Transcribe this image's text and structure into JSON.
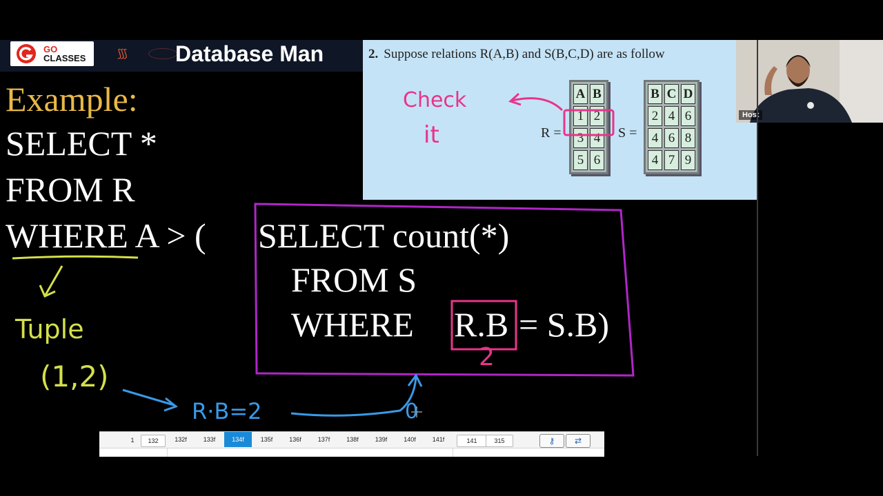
{
  "header": {
    "logo_go": "GO",
    "logo_classes": "CLASSES",
    "title": "Database Man"
  },
  "question": {
    "number": "2.",
    "text": "Suppose relations R(A,B) and S(B,C,D) are as follow",
    "r_label": "R =",
    "s_label": "S =",
    "relation_r": {
      "headers": [
        "A",
        "B"
      ],
      "rows": [
        [
          "1",
          "2"
        ],
        [
          "3",
          "4"
        ],
        [
          "5",
          "6"
        ]
      ]
    },
    "relation_s": {
      "headers": [
        "B",
        "C",
        "D"
      ],
      "rows": [
        [
          "2",
          "4",
          "6"
        ],
        [
          "4",
          "6",
          "8"
        ],
        [
          "4",
          "7",
          "9"
        ]
      ]
    },
    "annotation_line1": "Check",
    "annotation_line2": "it"
  },
  "webcam": {
    "host_label": "Host"
  },
  "sql": {
    "heading": "Example:",
    "line1": "SELECT *",
    "line2": "FROM  R",
    "line3_prefix": "WHERE  A > (",
    "sub1": "SELECT count(*)",
    "sub2": "FROM S",
    "sub3_prefix": "WHERE",
    "sub3_highlight": "R.B",
    "sub3_suffix": "= S.B)"
  },
  "annotations": {
    "tuple_word": "Tuple",
    "tuple_value": "(1,2)",
    "rb_eq": "R·B=2",
    "rb_value": "2",
    "count_result": "0"
  },
  "frame_strip": {
    "page_index": "1",
    "page_start": "132",
    "frames": [
      "132f",
      "133f",
      "134f",
      "135f",
      "136f",
      "137f",
      "138f",
      "139f",
      "140f",
      "141f"
    ],
    "active_frame": "134f",
    "range_start": "141",
    "range_end": "315",
    "key_icon": "key-icon",
    "loop_icon": "repeat-icon"
  },
  "colors": {
    "heading": "#e8b947",
    "subquery_box": "#b026c8",
    "magenta_mark": "#e8348a",
    "yellow_note": "#d4e04a",
    "blue_note": "#3a9ae8",
    "active_frame": "#1a8ad8"
  }
}
